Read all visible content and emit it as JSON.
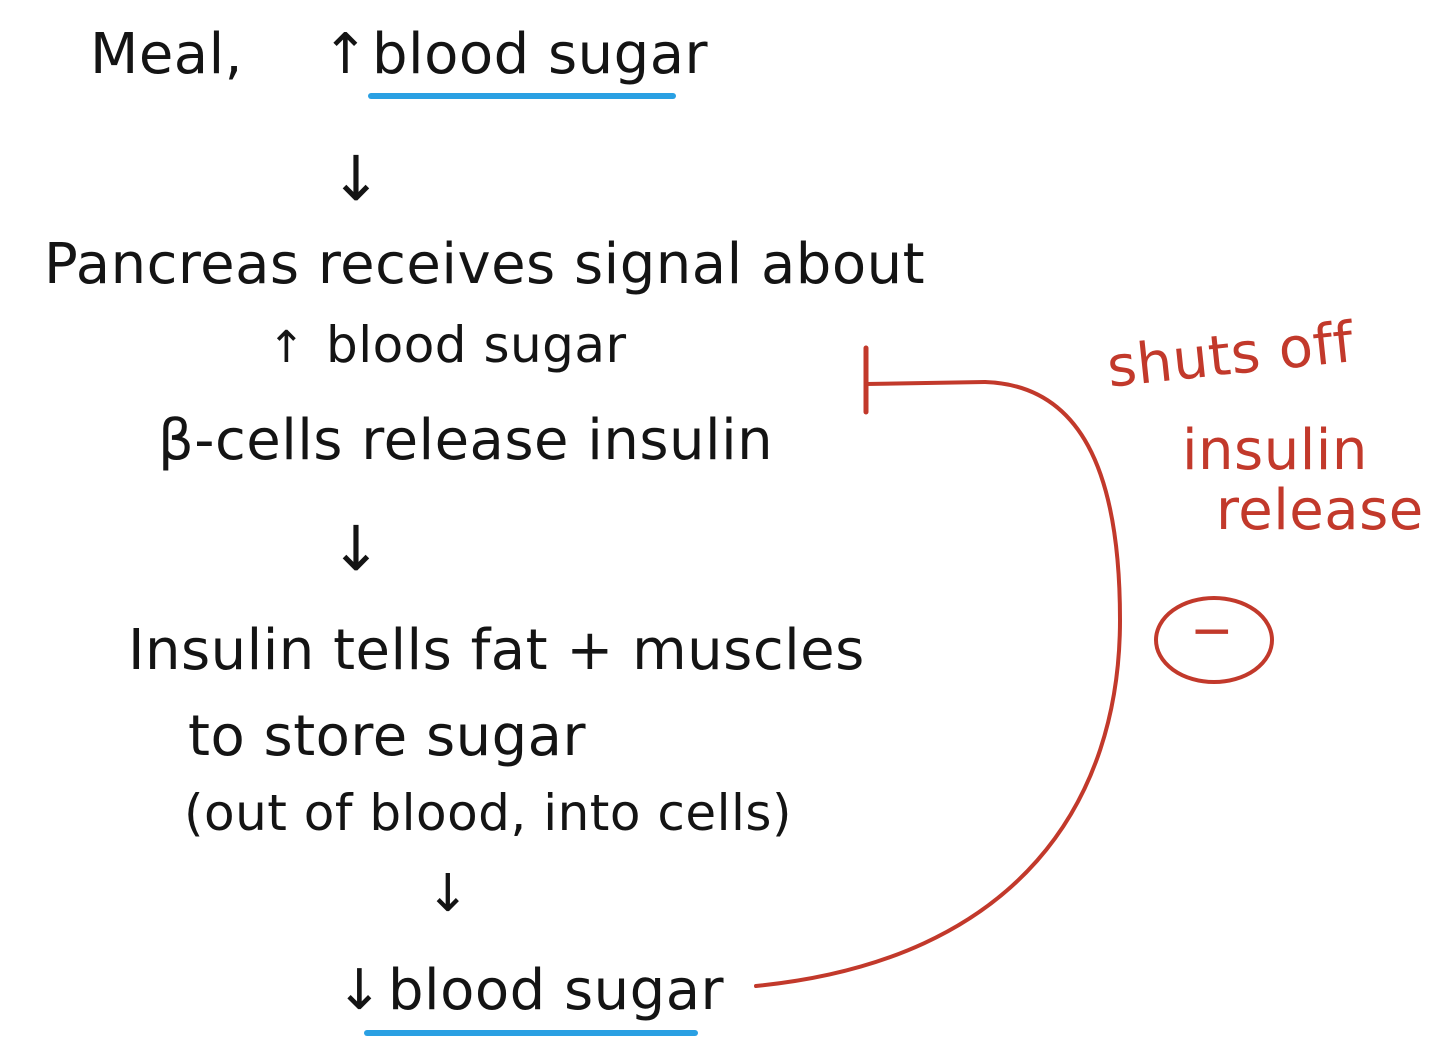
{
  "steps": {
    "meal_prefix": "Meal,",
    "up_arrow": "↑",
    "blood_sugar_1": "blood sugar",
    "arrow_1": "↓",
    "pancreas": "Pancreas receives signal about",
    "up_arrow_2": "↑",
    "blood_sugar_2": "blood sugar",
    "beta_cells": "β-cells release insulin",
    "arrow_2": "↓",
    "insulin_line_1": "Insulin tells fat + muscles",
    "insulin_line_2": "to store sugar",
    "insulin_line_3": "(out of blood, into cells)",
    "arrow_3": "↓",
    "down_arrow_final": "↓",
    "blood_sugar_final": "blood sugar"
  },
  "feedback": {
    "label_line_1": "shuts off",
    "label_line_2": "insulin",
    "label_line_3": "release",
    "sign": "−"
  },
  "colors": {
    "ink": "#141414",
    "feedback": "#c2392b",
    "highlight": "#2aa0e3"
  }
}
